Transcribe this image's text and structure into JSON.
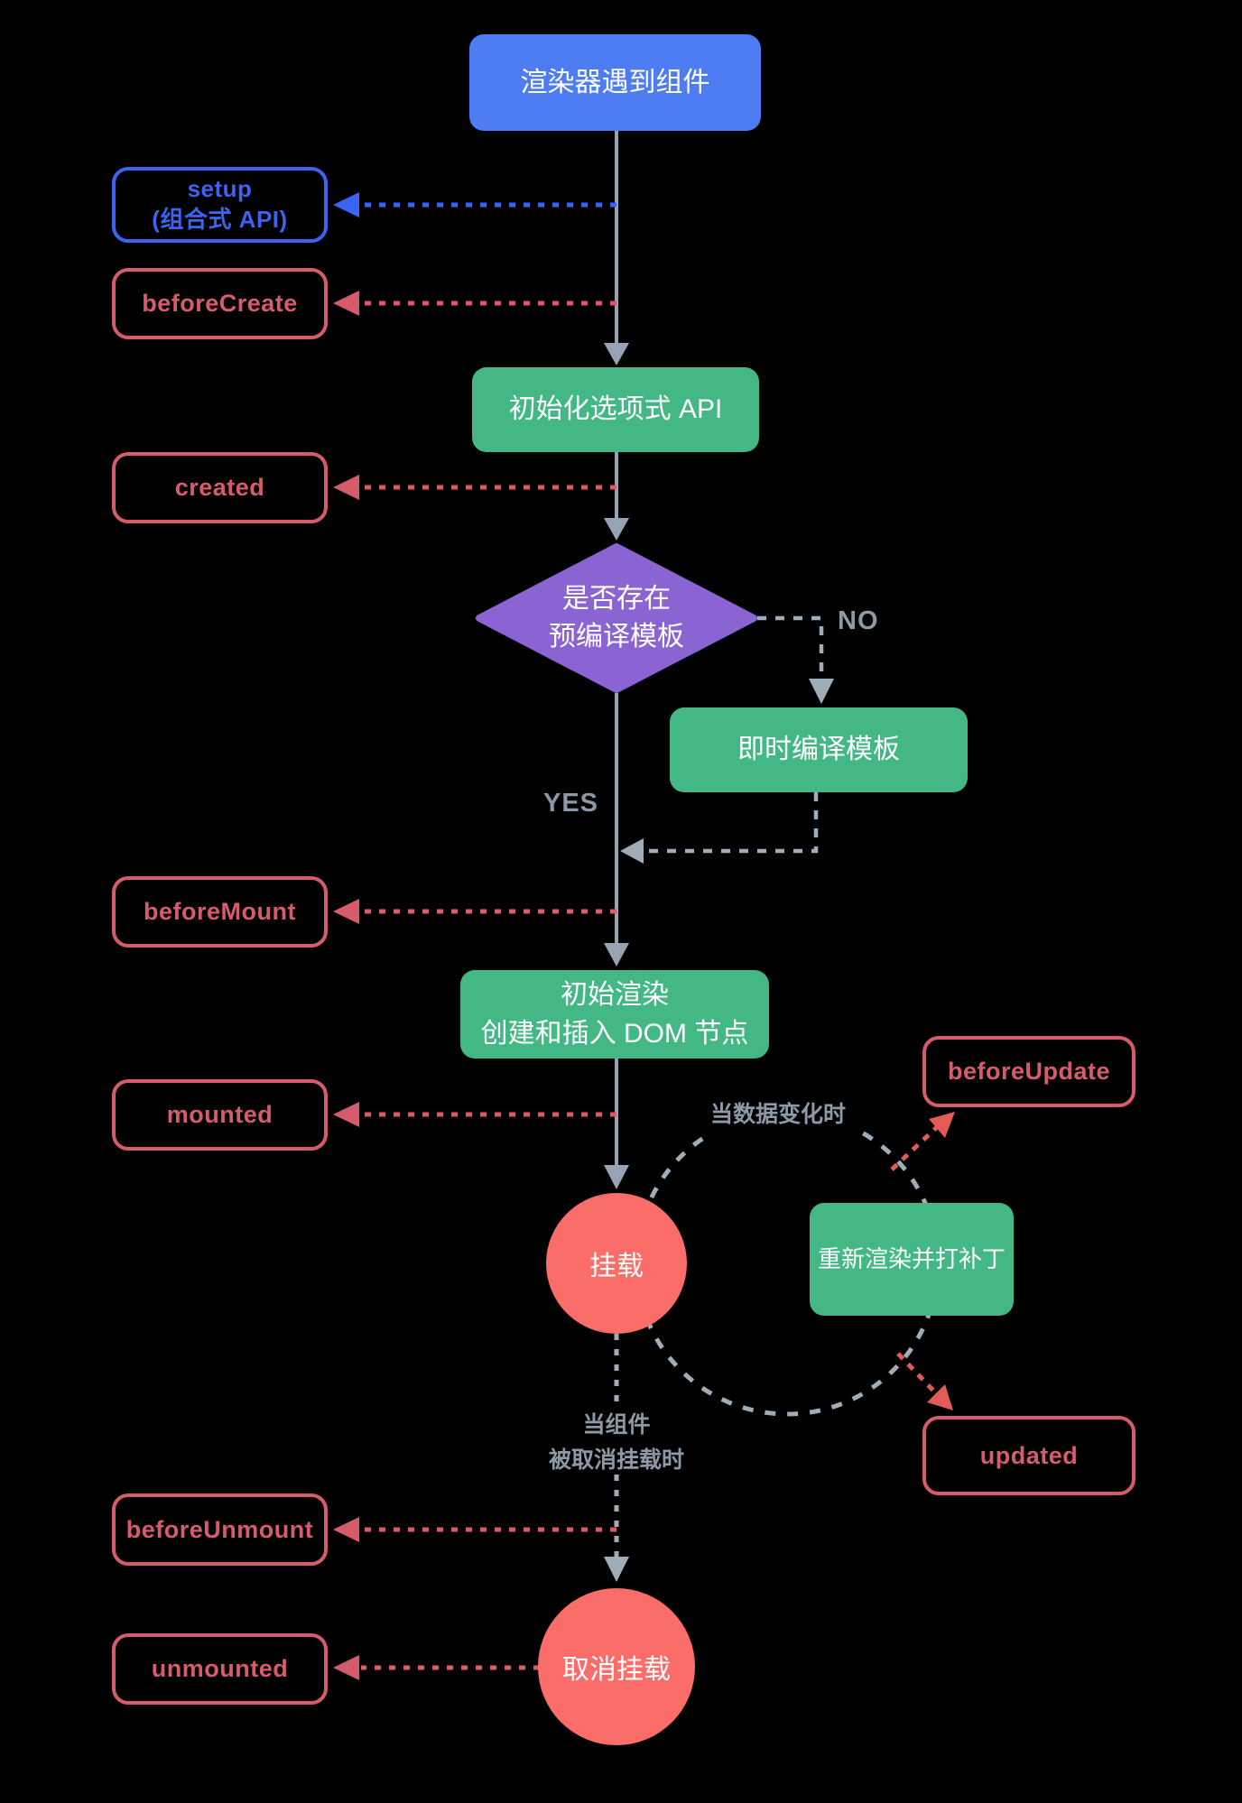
{
  "colors": {
    "background": "#000000",
    "blueFill": "#4E7CF3",
    "blueAccent": "#3C63F1",
    "rose": "#D65C6C",
    "redBright": "#FB6D69",
    "redLoop": "#E15B57",
    "green": "#43B884",
    "purple": "#8B64D4",
    "grayLine": "#97A3B2",
    "grayDash": "#9FADB9",
    "grayText": "#8C99A6",
    "white": "#FFFFFF"
  },
  "nodes": {
    "renderer": "渲染器遇到组件",
    "setupLine1": "setup",
    "setupLine2": "(组合式 API)",
    "beforeCreate": "beforeCreate",
    "initOptions": "初始化选项式 API",
    "created": "created",
    "decisionLine1": "是否存在",
    "decisionLine2": "预编译模板",
    "compile": "即时编译模板",
    "beforeMount": "beforeMount",
    "initialRenderLine1": "初始渲染",
    "initialRenderLine2": "创建和插入 DOM 节点",
    "mounted": "mounted",
    "mountedState": "挂载",
    "beforeUpdate": "beforeUpdate",
    "rerender": "重新渲染并打补丁",
    "updated": "updated",
    "beforeUnmount": "beforeUnmount",
    "unmountState": "取消挂载",
    "unmounted": "unmounted"
  },
  "annotations": {
    "no": "NO",
    "yes": "YES",
    "whenDataChanges": "当数据变化时",
    "whenUnmountedLine1": "当组件",
    "whenUnmountedLine2": "被取消挂载时"
  }
}
